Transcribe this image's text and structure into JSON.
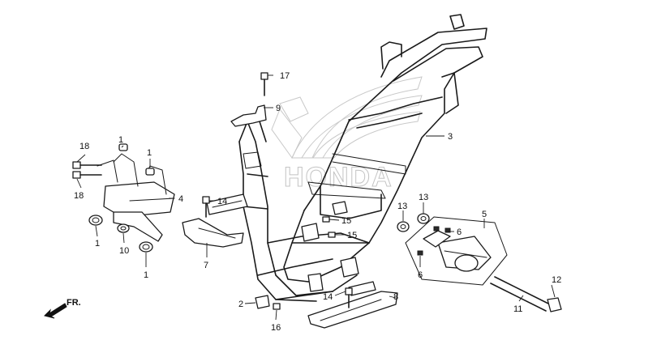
{
  "watermark": {
    "brand": "HONDA"
  },
  "direction_indicator": {
    "label": "FR."
  },
  "callouts": {
    "c1a": "1",
    "c1b": "1",
    "c1c": "1",
    "c1d": "1",
    "c2": "2",
    "c3": "3",
    "c4": "4",
    "c5": "5",
    "c6a": "6",
    "c6b": "6",
    "c7": "7",
    "c8": "8",
    "c9": "9",
    "c10": "10",
    "c11": "11",
    "c12": "12",
    "c13a": "13",
    "c13b": "13",
    "c14a": "14",
    "c14b": "14",
    "c15a": "15",
    "c15b": "15",
    "c16": "16",
    "c17": "17",
    "c18a": "18",
    "c18b": "18"
  }
}
